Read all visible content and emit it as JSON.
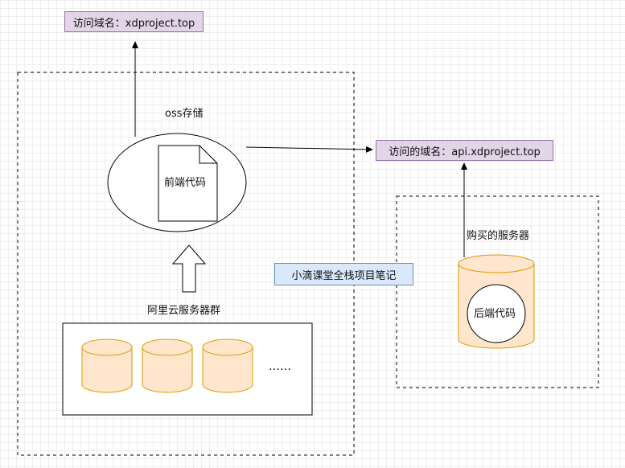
{
  "labels": {
    "top_domain": "访问域名：xdproject.top",
    "api_domain": "访问的域名：api.xdproject.top",
    "oss": "oss存储",
    "frontend_code": "前端代码",
    "aliyun_cluster": "阿里云服务器群",
    "purchased_server": "购买的服务器",
    "backend_code": "后端代码",
    "watermark": "小滴课堂全栈项目笔记",
    "ellipsis": "……"
  },
  "colors": {
    "domain_fill": "#e1d5e7",
    "domain_stroke": "#9673a6",
    "watermark_fill": "#dae8fc",
    "watermark_stroke": "#6c8ebf",
    "server_fill": "#ffe6cc",
    "server_stroke": "#d79b00",
    "line": "#000000"
  }
}
